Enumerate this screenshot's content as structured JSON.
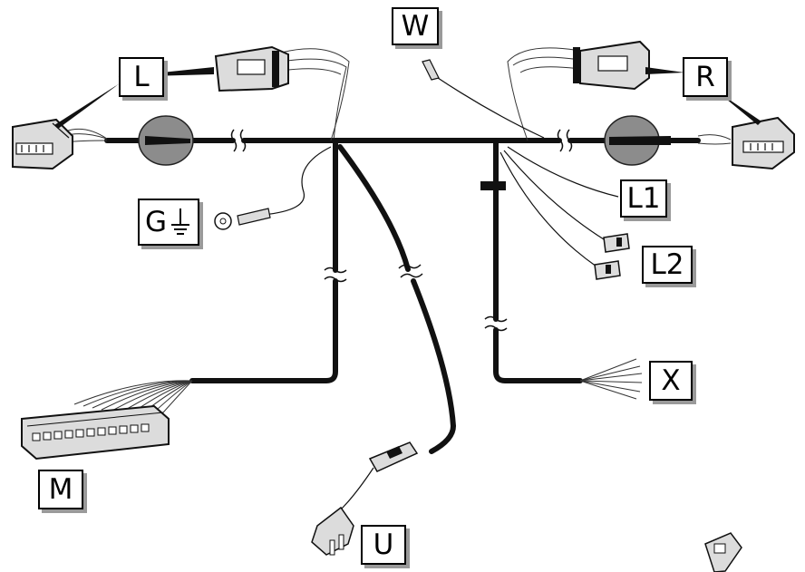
{
  "labels": {
    "L": "L",
    "R": "R",
    "W": "W",
    "G": "G",
    "L1": "L1",
    "L2": "L2",
    "X": "X",
    "M": "M",
    "U": "U"
  },
  "colors": {
    "cable": "#111111",
    "grommet": "#8c8c8c",
    "connector": "#dcdcdc",
    "label_shadow": "#9a9a9a"
  }
}
